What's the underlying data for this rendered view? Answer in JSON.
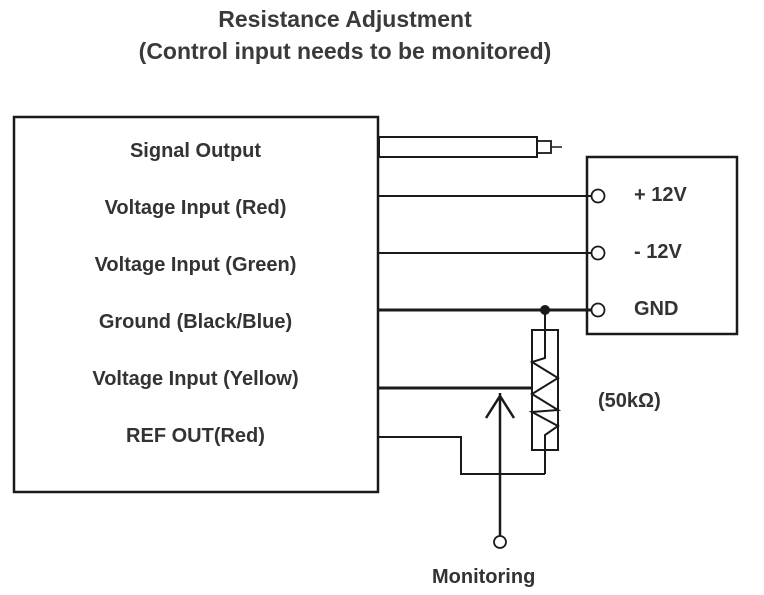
{
  "title": {
    "line1": "Resistance Adjustment",
    "line2": "(Control input needs to be monitored)"
  },
  "device": {
    "pins": [
      {
        "label": "Signal Output"
      },
      {
        "label": "Voltage Input (Red)"
      },
      {
        "label": "Voltage Input (Green)"
      },
      {
        "label": "Ground (Black/Blue)"
      },
      {
        "label": "Voltage Input (Yellow)"
      },
      {
        "label": "REF OUT(Red)"
      }
    ]
  },
  "power_supply": {
    "terminals": [
      {
        "label": "+ 12V"
      },
      {
        "label": "- 12V"
      },
      {
        "label": "GND"
      }
    ]
  },
  "potentiometer": {
    "value_label": "(50kΩ)"
  },
  "monitoring": {
    "label": "Monitoring"
  },
  "colors": {
    "line": "#1a1a1a",
    "text": "#333333"
  }
}
